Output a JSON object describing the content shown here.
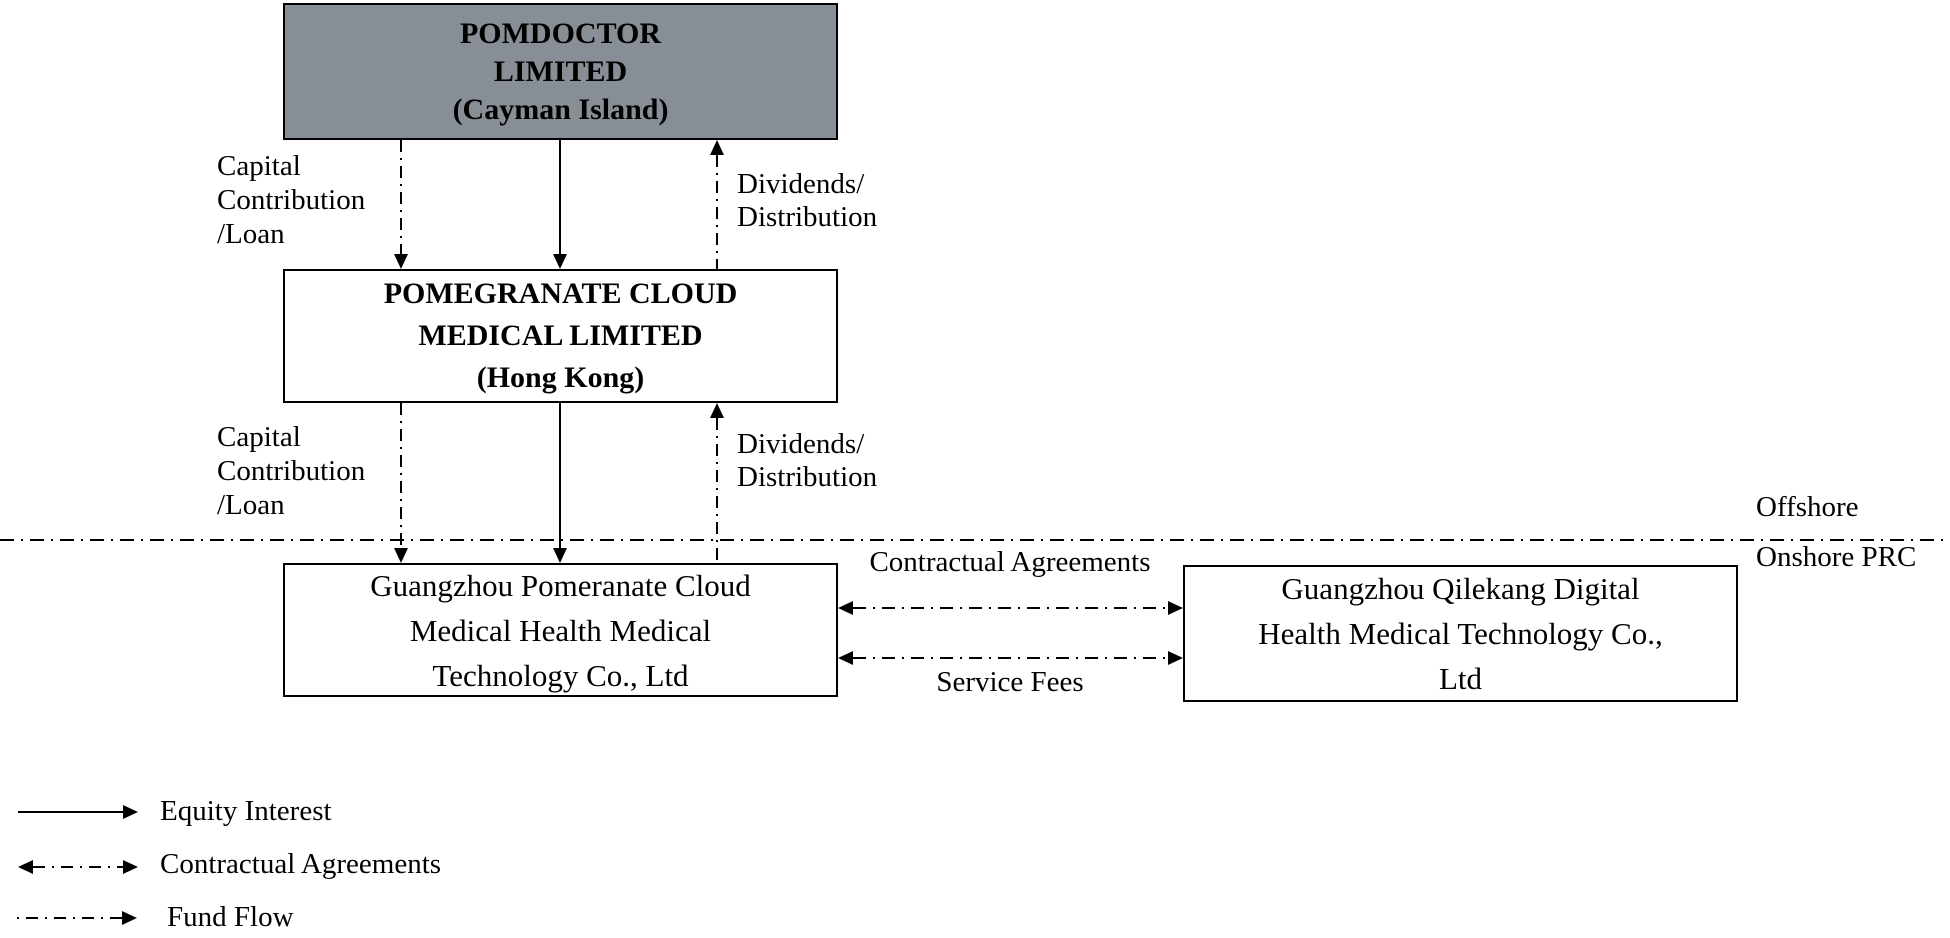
{
  "entities": {
    "pomdoctor": {
      "lines": [
        "POMDOCTOR",
        "LIMITED",
        "(Cayman Island)"
      ]
    },
    "pomegranate_hk": {
      "lines": [
        "POMEGRANATE CLOUD",
        "MEDICAL LIMITED",
        "(Hong Kong)"
      ]
    },
    "guangzhou_pomeranate": {
      "lines": [
        "Guangzhou Pomeranate Cloud",
        "Medical Health Medical",
        "Technology Co., Ltd"
      ]
    },
    "guangzhou_qilekang": {
      "lines": [
        "Guangzhou Qilekang Digital",
        "Health Medical Technology Co.,",
        "Ltd"
      ]
    }
  },
  "flow_labels": {
    "capital_contribution_offshore": {
      "lines": [
        "Capital",
        "Contribution",
        "/Loan"
      ]
    },
    "dividends_offshore": {
      "lines": [
        "Dividends/",
        "Distribution"
      ]
    },
    "capital_contribution_onshore": {
      "lines": [
        "Capital",
        "Contribution",
        "/Loan"
      ]
    },
    "dividends_onshore": {
      "lines": [
        "Dividends/",
        "Distribution"
      ]
    },
    "contractual_agreements": "Contractual Agreements",
    "service_fees": "Service Fees"
  },
  "regions": {
    "offshore": "Offshore",
    "onshore": "Onshore PRC"
  },
  "legend": {
    "items": [
      {
        "symbol": "solid-right-arrow",
        "label": "Equity Interest"
      },
      {
        "symbol": "dash-dot-double-arrow",
        "label": "Contractual Agreements"
      },
      {
        "symbol": "dash-dot-right-arrow",
        "label": "Fund Flow"
      }
    ]
  },
  "colors": {
    "offshore_entity_fill": "#878E96",
    "onshore_entity_fill": "#FFFFFF",
    "line_color": "#000000",
    "text_color": "#000000"
  }
}
